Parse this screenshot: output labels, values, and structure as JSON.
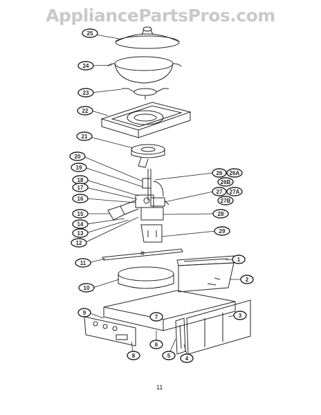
{
  "watermark": "AppliancePartsPros.com",
  "page_number": "11",
  "callouts": [
    {
      "id": "c25",
      "label": "25"
    },
    {
      "id": "c24",
      "label": "24"
    },
    {
      "id": "c23",
      "label": "23"
    },
    {
      "id": "c22",
      "label": "22"
    },
    {
      "id": "c21",
      "label": "21"
    },
    {
      "id": "c20",
      "label": "20"
    },
    {
      "id": "c19",
      "label": "19"
    },
    {
      "id": "c18",
      "label": "18"
    },
    {
      "id": "c17",
      "label": "17"
    },
    {
      "id": "c16",
      "label": "16"
    },
    {
      "id": "c15",
      "label": "15"
    },
    {
      "id": "c14",
      "label": "14"
    },
    {
      "id": "c13",
      "label": "13"
    },
    {
      "id": "c12",
      "label": "12"
    },
    {
      "id": "c26",
      "label": "26"
    },
    {
      "id": "c26a",
      "label": "26A"
    },
    {
      "id": "c26b",
      "label": "26B"
    },
    {
      "id": "c27",
      "label": "27"
    },
    {
      "id": "c27a",
      "label": "27A"
    },
    {
      "id": "c27b",
      "label": "27B"
    },
    {
      "id": "c28",
      "label": "28"
    },
    {
      "id": "c29",
      "label": "29"
    },
    {
      "id": "c11",
      "label": "11"
    },
    {
      "id": "c1",
      "label": "1"
    },
    {
      "id": "c10",
      "label": "10"
    },
    {
      "id": "c2",
      "label": "2"
    },
    {
      "id": "c9",
      "label": "9"
    },
    {
      "id": "c7",
      "label": "7"
    },
    {
      "id": "c3",
      "label": "3"
    },
    {
      "id": "c6",
      "label": "6"
    },
    {
      "id": "c8",
      "label": "8"
    },
    {
      "id": "c5",
      "label": "5"
    },
    {
      "id": "c4",
      "label": "4"
    }
  ]
}
